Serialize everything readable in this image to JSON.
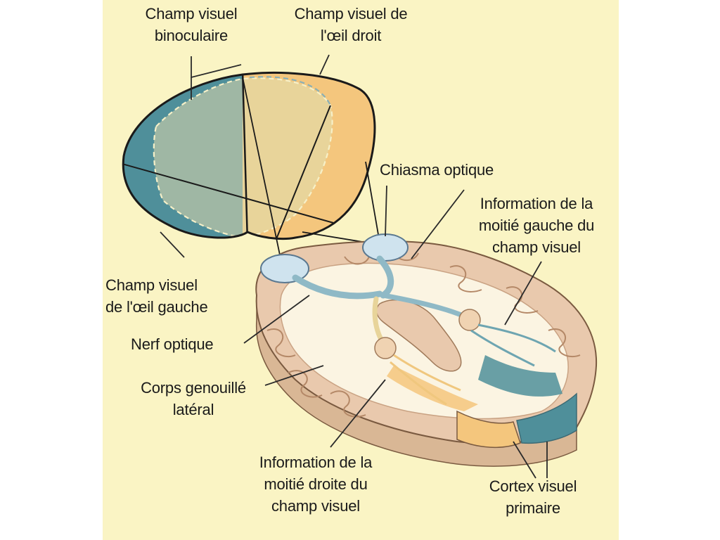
{
  "labels": {
    "binocular_field": [
      "Champ visuel",
      "binoculaire"
    ],
    "right_eye_field": [
      "Champ visuel de",
      "l'œil droit"
    ],
    "optic_chiasm": "Chiasma optique",
    "left_half_info": [
      "Information de la",
      "moitié gauche du",
      "champ visuel"
    ],
    "left_eye_field": [
      "Champ visuel",
      "de l'œil gauche"
    ],
    "optic_nerve": "Nerf optique",
    "lateral_geniculate": [
      "Corps genouillé",
      "latéral"
    ],
    "right_half_info": [
      "Information de la",
      "moitié  droite du",
      "champ visuel"
    ],
    "primary_visual_cortex": [
      "Cortex visuel",
      "primaire"
    ]
  },
  "colors": {
    "slide_background": "#ffffff",
    "panel_background": "#faf4c4",
    "left_field": "#4f8f9a",
    "left_field_light": "#9fb7a4",
    "right_field": "#f4c67d",
    "right_field_light": "#e8d49a",
    "brain_tissue": "#e9c9ad",
    "brain_white_matter": "#fbf4e2",
    "outline": "#1a1a1a",
    "leader_line": "#2a2a2a"
  }
}
